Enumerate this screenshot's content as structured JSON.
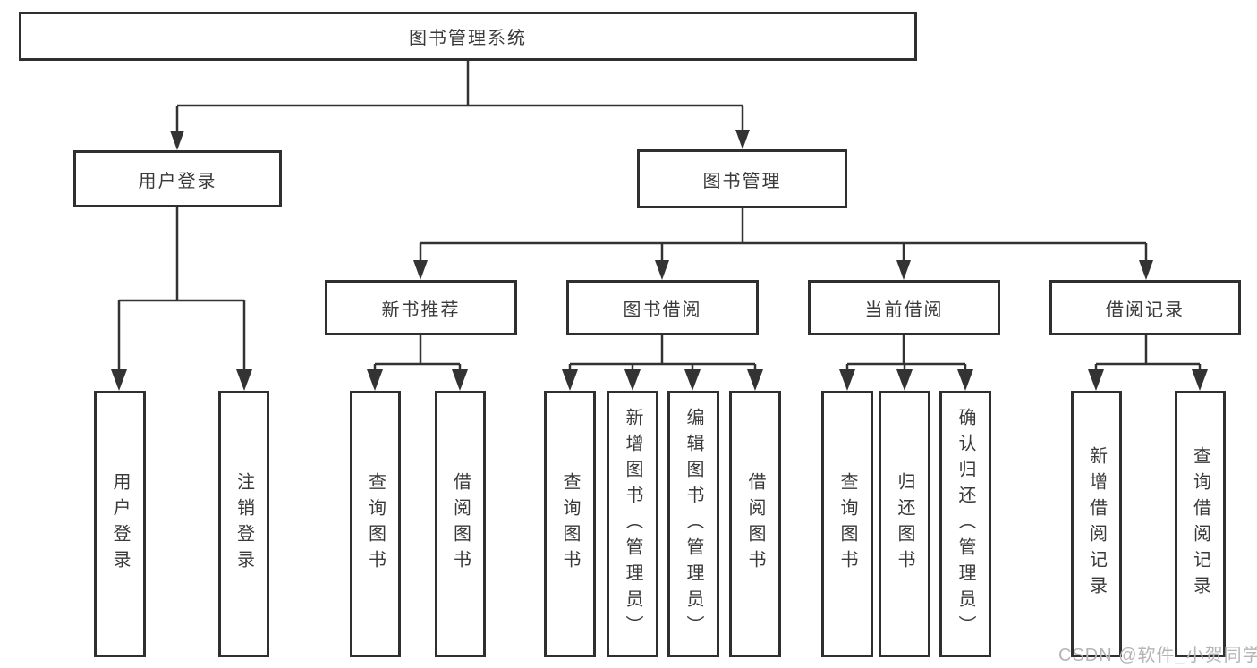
{
  "diagram": {
    "title": "图书管理系统",
    "level2": {
      "user_login": "用户登录",
      "book_mgmt": "图书管理"
    },
    "level3": {
      "new_books": "新书推荐",
      "borrow": "图书借阅",
      "current": "当前借阅",
      "records": "借阅记录"
    },
    "leaves": {
      "user_login": [
        "用户登录",
        "注销登录"
      ],
      "new_books": [
        "查询图书",
        "借阅图书"
      ],
      "borrow": [
        "查询图书",
        "新增图书（管理员）",
        "编辑图书（管理员）",
        "借阅图书"
      ],
      "current": [
        "查询图书",
        "归还图书",
        "确认归还（管理员）"
      ],
      "records": [
        "新增借阅记录",
        "查询借阅记录"
      ]
    },
    "colors": {
      "line": "#333333",
      "box_border": "#2f2f2f",
      "text": "#3a3a3a",
      "watermark_text": "#b5b5b5",
      "background": "#ffffff"
    }
  },
  "watermark": "CSDN @软件_小贺同学"
}
